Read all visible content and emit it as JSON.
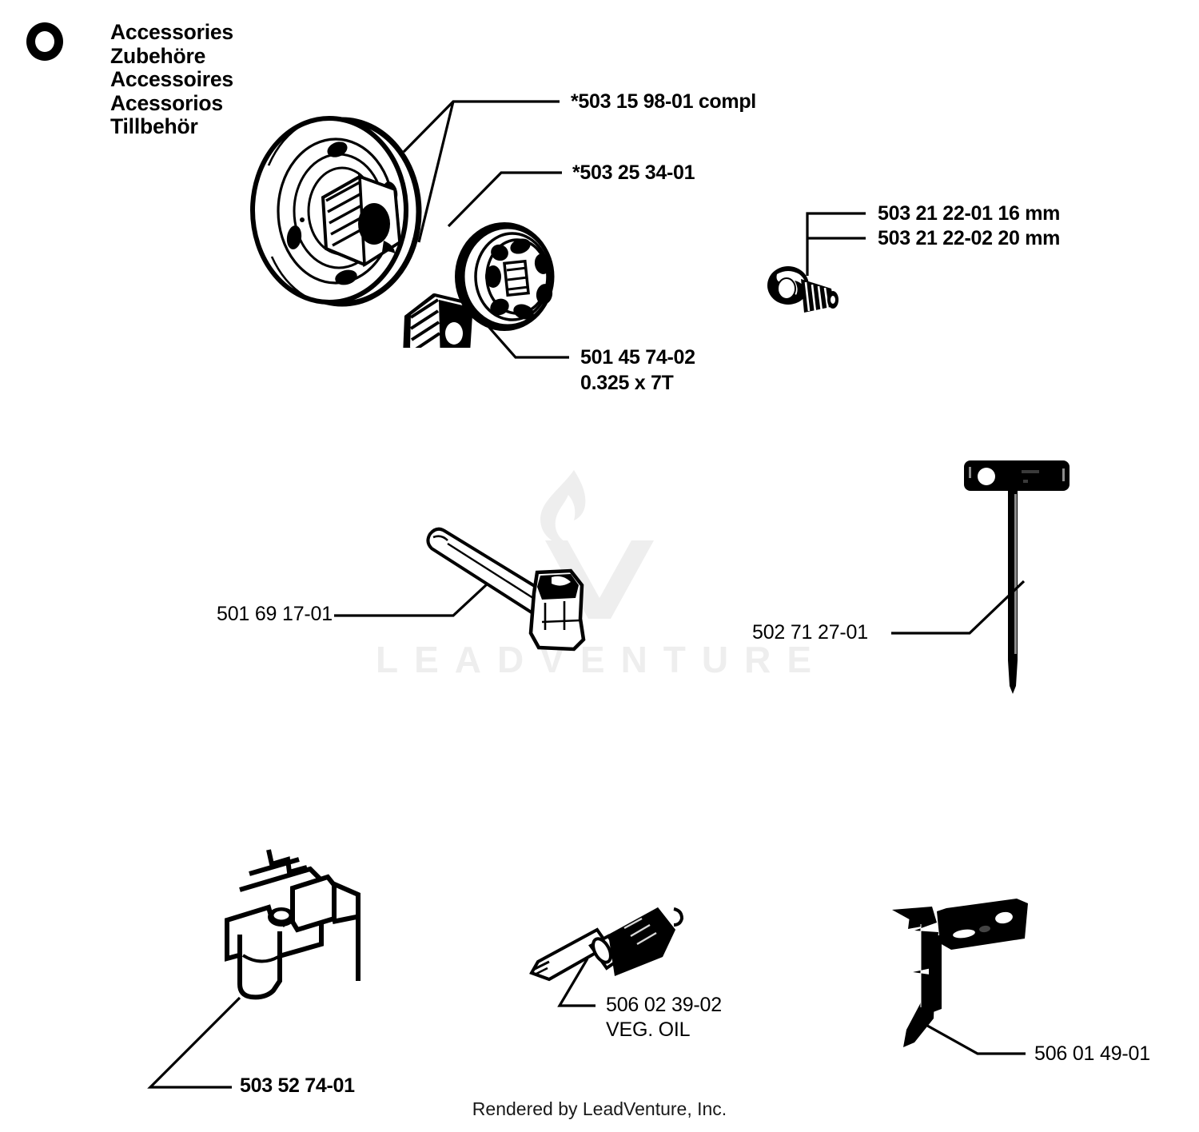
{
  "header": {
    "bullet_icon": "circle-outline-icon",
    "titles": [
      "Accessories",
      "Zubehöre",
      "Accessoires",
      "Acessorios",
      "Tillbehör"
    ]
  },
  "watermark": {
    "text": "LEADVENTURE",
    "logo_icon": "flame-v-logo-icon",
    "color": "#eeeeee"
  },
  "parts": [
    {
      "id": "clutch-drum",
      "label": "*503 15 98-01 compl",
      "weight": "bold",
      "art": "clutch-drum-illustration"
    },
    {
      "id": "needle-bearing",
      "label": "*503 25 34-01",
      "weight": "bold",
      "art": "needle-bearing-illustration"
    },
    {
      "id": "rim-sprocket",
      "label": "501 45 74-02",
      "label2": "0.325 x 7T",
      "weight": "bold",
      "art": "rim-sprocket-illustration"
    },
    {
      "id": "screw-16mm",
      "label": "503 21 22-01 16 mm",
      "weight": "bold",
      "art": "screw-illustration"
    },
    {
      "id": "screw-20mm",
      "label": "503 21 22-02 20 mm",
      "weight": "bold",
      "art": "screw-illustration"
    },
    {
      "id": "combination-wrench",
      "label": "501 69 17-01",
      "weight": "regular",
      "art": "combination-wrench-illustration"
    },
    {
      "id": "t-handle-screwdriver",
      "label": "502 71 27-01",
      "weight": "regular",
      "art": "t-handle-screwdriver-illustration"
    },
    {
      "id": "guard-bracket",
      "label": "503 52 74-01",
      "weight": "bold",
      "art": "guard-bracket-illustration"
    },
    {
      "id": "oil-screwdriver",
      "label": "506 02 39-02",
      "label2": "VEG. OIL",
      "weight": "regular",
      "art": "oil-screwdriver-illustration"
    },
    {
      "id": "felling-spike",
      "label": "506 01 49-01",
      "weight": "regular",
      "art": "felling-spike-illustration"
    }
  ],
  "footer": {
    "text": "Rendered by LeadVenture, Inc."
  },
  "colors": {
    "ink": "#000000",
    "background": "#ffffff",
    "watermark": "#eeeeee"
  }
}
